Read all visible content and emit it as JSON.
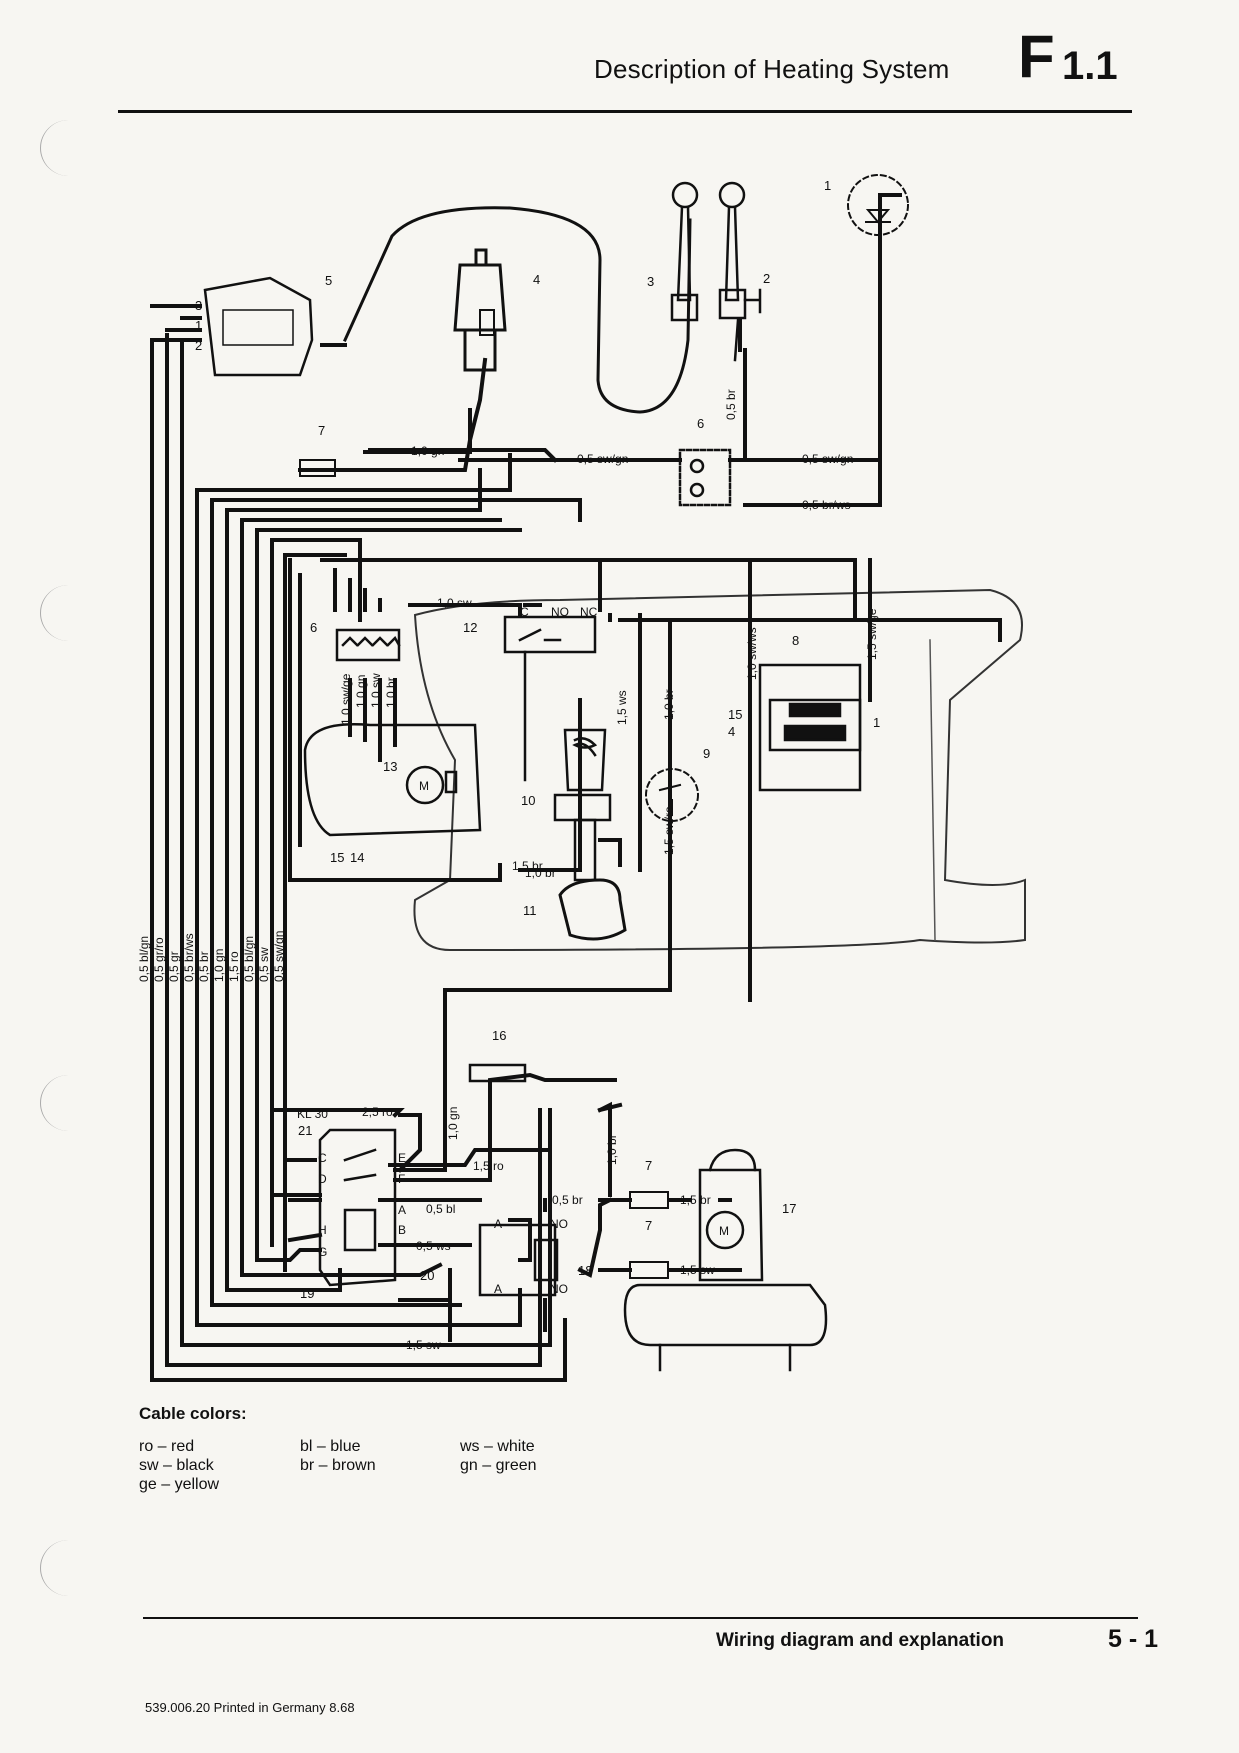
{
  "header": {
    "title": "Description of Heating System",
    "code_letter": "F",
    "code_number": "1.1"
  },
  "legend": {
    "title": "Cable colors:",
    "col1": [
      "ro – red",
      "sw – black",
      "ge – yellow"
    ],
    "col2": [
      "bl – blue",
      "br – brown"
    ],
    "col3": [
      "ws – white",
      "gn – green"
    ]
  },
  "footer": {
    "section": "Wiring diagram and explanation",
    "page": "5 - 1",
    "print": "539.006.20 Printed in Germany 8.68"
  },
  "diagram": {
    "component_numbers": [
      "1",
      "2",
      "3",
      "4",
      "5",
      "6",
      "7",
      "8",
      "9",
      "10",
      "11",
      "12",
      "13",
      "14",
      "15",
      "16",
      "17",
      "18",
      "19",
      "20",
      "21"
    ],
    "wire_labels": {
      "w_10gn": "1,0 gn",
      "w_05swgn_a": "0,5 sw/gn",
      "w_05swgn_b": "0,5 sw/gn",
      "w_05brws": "0,5 br/ws",
      "w_05br_v": "0,5 br",
      "w_10sw": "1,0 sw",
      "w_10swws": "1,0 sw/ws",
      "w_15swge": "1,5 sw/ge",
      "w_15ws": "1,5 ws",
      "w_10br_v": "1,0 br",
      "w_15sw_ro": "1,5 sw/ro",
      "w_15br": "1,5 br",
      "w_10br": "1,0 br",
      "b_10swge": "1,0 sw/ge",
      "b_10gn": "1,0 gn",
      "b_10sw": "1,0 sw",
      "b_10br": "1,0 br",
      "w_25ro": "2,5 ro",
      "w_10gn_b": "1,0 gn",
      "w_15ro": "1,5 ro",
      "w_05bl": "0,5 bl",
      "w_05ws": "0,5 ws",
      "w_05br_b": "0,5 br",
      "w_10br_b": "1,0 br",
      "w_15br_b": "1,5 br",
      "w_15sw_b": "1,5 sw",
      "w_15sw_c": "1,5 sw",
      "kl30": "KL 30"
    },
    "vertical_bundle": [
      "0,5 bl/gn",
      "0,5 gr/ro",
      "0,5 gr",
      "0,5 br/ws",
      "0,5 br",
      "1,0 gn",
      "1,5 ro",
      "0,5 bl/gn",
      "0,5 sw",
      "0,5 sw/gn"
    ],
    "relay_terminals": [
      "C",
      "D",
      "E",
      "F",
      "H",
      "G",
      "B",
      "A"
    ],
    "switch_terminals": [
      "C",
      "NO",
      "NC"
    ],
    "thermo_terminals": [
      "A",
      "NO",
      "A",
      "NO"
    ],
    "motor_letter": "M"
  }
}
